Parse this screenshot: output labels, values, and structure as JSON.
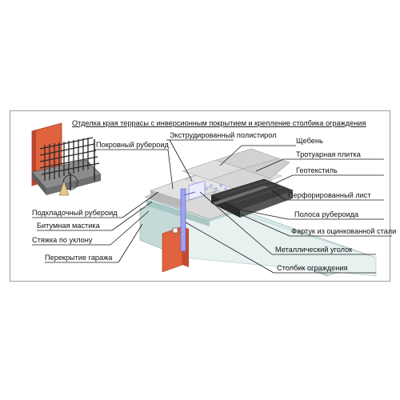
{
  "title": "Отделка края террасы с инверсионным покрытием и крепление столбика ограждения",
  "labels": {
    "pokrovny_ruberoid": "Покровный рубероид",
    "extrud_polystyrol": "Экструдированный полистирол",
    "shheben": "Щебень",
    "trotuarnaya_plitka": "Тротуарная плитка",
    "geotekstil": "Геотекстиль",
    "perforirovanny_list": "Перфорированный лист",
    "podkladochny_ruberoid": "Подкладочный рубероид",
    "polosa_ruberoida": "Полоса рубероида",
    "bitumnaya_mastika": "Битумная мастика",
    "fartuk": "Фартук из оцинкованной стали",
    "styazhka": "Стяжка по уклону",
    "metall_ugolok": "Металлический уголок",
    "perekrytie": "Перекрытие гаража",
    "stolbik": "Столбик ограждения"
  },
  "colors": {
    "brick": "#e0623f",
    "concrete_light": "#dcecea",
    "concrete_mid": "#c7dcdb",
    "tile": "#dadada",
    "dark_layer": "#3d3d3d",
    "post": "#9ea3f2"
  }
}
